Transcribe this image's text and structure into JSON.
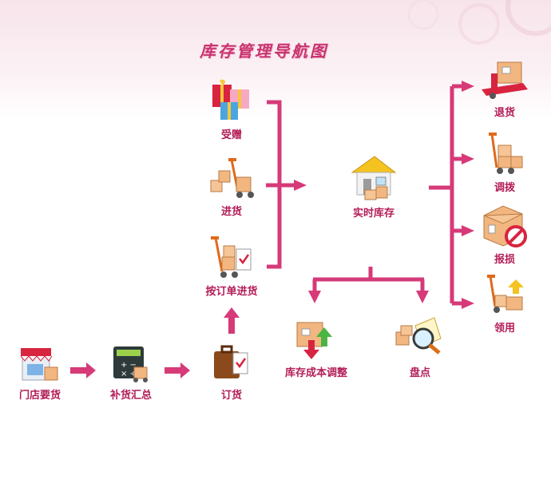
{
  "title": "库存管理导航图",
  "nodes": {
    "store_order": "门店要货",
    "replenish_summary": "补货汇总",
    "order": "订货",
    "order_receipt": "按订单进货",
    "purchase": "进货",
    "gift_received": "受赠",
    "realtime_stock": "实时库存",
    "cost_adjust": "库存成本调整",
    "stocktake": "盘点",
    "return": "退货",
    "transfer": "调拨",
    "write_off": "报损",
    "requisition": "领用"
  },
  "colors": {
    "accent": "#c8336f",
    "label": "#b31c57",
    "arrow": "#d63a78"
  }
}
